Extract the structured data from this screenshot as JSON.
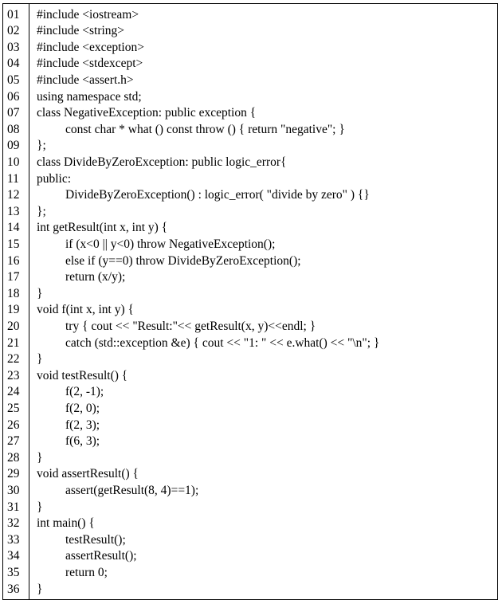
{
  "code_listing": {
    "lines": [
      {
        "num": "01",
        "indent": 0,
        "text": "#include <iostream>"
      },
      {
        "num": "02",
        "indent": 0,
        "text": "#include <string>"
      },
      {
        "num": "03",
        "indent": 0,
        "text": "#include <exception>"
      },
      {
        "num": "04",
        "indent": 0,
        "text": "#include <stdexcept>"
      },
      {
        "num": "05",
        "indent": 0,
        "text": "#include <assert.h>"
      },
      {
        "num": "06",
        "indent": 0,
        "text": "using namespace std;"
      },
      {
        "num": "07",
        "indent": 0,
        "text": "class NegativeException: public exception {"
      },
      {
        "num": "08",
        "indent": 1,
        "text": "const char * what () const throw () { return \"negative\"; }"
      },
      {
        "num": "09",
        "indent": 0,
        "text": "};"
      },
      {
        "num": "10",
        "indent": 0,
        "text": "class DivideByZeroException: public logic_error{"
      },
      {
        "num": "11",
        "indent": 0,
        "text": "public:"
      },
      {
        "num": "12",
        "indent": 1,
        "text": "DivideByZeroException() : logic_error( \"divide by zero\" ) {}"
      },
      {
        "num": "13",
        "indent": 0,
        "text": "};"
      },
      {
        "num": "14",
        "indent": 0,
        "text": "int getResult(int x, int y) {"
      },
      {
        "num": "15",
        "indent": 1,
        "text": "if (x<0 || y<0) throw NegativeException();"
      },
      {
        "num": "16",
        "indent": 1,
        "text": "else if (y==0) throw DivideByZeroException();"
      },
      {
        "num": "17",
        "indent": 1,
        "text": "return (x/y);"
      },
      {
        "num": "18",
        "indent": 0,
        "text": "}"
      },
      {
        "num": "19",
        "indent": 0,
        "text": "void f(int x, int y) {"
      },
      {
        "num": "20",
        "indent": 1,
        "text": "try { cout << \"Result:\"<< getResult(x, y)<<endl; }"
      },
      {
        "num": "21",
        "indent": 1,
        "text": "catch (std::exception &e) { cout << \"1: \" << e.what() << \"\\n\"; }"
      },
      {
        "num": "22",
        "indent": 0,
        "text": "}"
      },
      {
        "num": "23",
        "indent": 0,
        "text": "void testResult() {"
      },
      {
        "num": "24",
        "indent": 1,
        "text": "f(2, -1);"
      },
      {
        "num": "25",
        "indent": 1,
        "text": "f(2, 0);"
      },
      {
        "num": "26",
        "indent": 1,
        "text": "f(2, 3);"
      },
      {
        "num": "27",
        "indent": 1,
        "text": "f(6, 3);"
      },
      {
        "num": "28",
        "indent": 0,
        "text": "}"
      },
      {
        "num": "29",
        "indent": 0,
        "text": "void assertResult() {"
      },
      {
        "num": "30",
        "indent": 1,
        "text": "assert(getResult(8, 4)==1);"
      },
      {
        "num": "31",
        "indent": 0,
        "text": "}"
      },
      {
        "num": "32",
        "indent": 0,
        "text": "int main() {"
      },
      {
        "num": "33",
        "indent": 1,
        "text": "testResult();"
      },
      {
        "num": "34",
        "indent": 1,
        "text": "assertResult();"
      },
      {
        "num": "35",
        "indent": 1,
        "text": "return 0;"
      },
      {
        "num": "36",
        "indent": 0,
        "text": "}"
      }
    ]
  }
}
